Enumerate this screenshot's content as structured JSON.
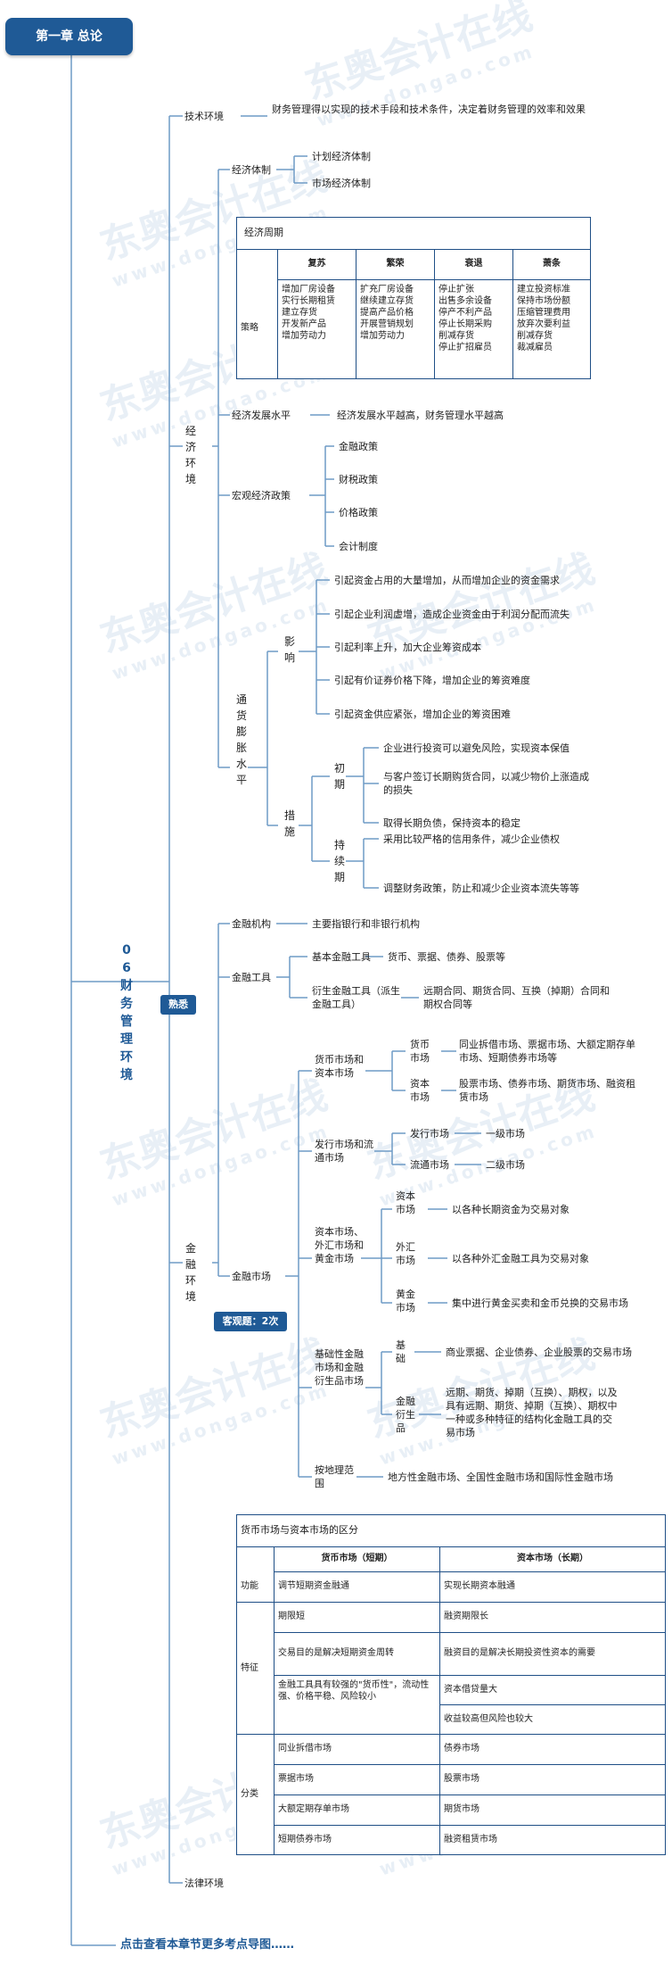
{
  "header": {
    "title": "第一章 总论"
  },
  "footer": {
    "link": "点击查看本章节更多考点导图……"
  },
  "watermark": {
    "cn": "东奥会计在线",
    "en": "www.dongao.com"
  },
  "root": {
    "label": "06 财务管理环境",
    "badge": "熟悉"
  },
  "tech": {
    "label": "技术环境",
    "desc": "财务管理得以实现的技术手段和技术条件，决定着财务管理的效率和效果"
  },
  "econ": {
    "label": "经济环境",
    "system": {
      "label": "经济体制",
      "items": [
        "计划经济体制",
        "市场经济体制"
      ]
    },
    "cycle": {
      "title": "经济周期",
      "row_label": "策略",
      "phases": [
        "复苏",
        "繁荣",
        "衰退",
        "萧条"
      ],
      "strategies": [
        "增加厂房设备\n实行长期租赁\n建立存货\n开发新产品\n增加劳动力",
        "扩充厂房设备\n继续建立存货\n提高产品价格\n开展营销规划\n增加劳动力",
        "停止扩张\n出售多余设备\n停产不利产品\n停止长期采购\n削减存货\n停止扩招雇员",
        "建立投资标准\n保持市场份额\n压缩管理费用\n放弃次要利益\n削减存货\n裁减雇员"
      ]
    },
    "development": {
      "label": "经济发展水平",
      "desc": "经济发展水平越高，财务管理水平越高"
    },
    "macro": {
      "label": "宏观经济政策",
      "items": [
        "金融政策",
        "财税政策",
        "价格政策",
        "会计制度"
      ]
    },
    "inflation": {
      "label": "通货膨胀水平",
      "impact_label": "影响",
      "impacts": [
        "引起资金占用的大量增加，从而增加企业的资金需求",
        "引起企业利润虚增，造成企业资金由于利润分配而流失",
        "引起利率上升，加大企业筹资成本",
        "引起有价证券价格下降，增加企业的筹资难度",
        "引起资金供应紧张，增加企业的筹资困难"
      ],
      "measure_label": "措施",
      "early_label": "初期",
      "early": [
        "企业进行投资可以避免风险，实现资本保值",
        "与客户签订长期购货合同，以减少物价上涨造成的损失",
        "取得长期负债，保持资本的稳定"
      ],
      "continuous_label": "持续期",
      "continuous": [
        "采用比较严格的信用条件，减少企业债权",
        "调整财务政策，防止和减少企业资本流失等等"
      ]
    }
  },
  "fin": {
    "label": "金融环境",
    "institutions": {
      "label": "金融机构",
      "desc": "主要指银行和非银行机构"
    },
    "tools": {
      "label": "金融工具",
      "basic_label": "基本金融工具",
      "basic_desc": "货币、票据、债券、股票等",
      "derivative_label": "衍生金融工具（派生金融工具）",
      "derivative_desc": "远期合同、期货合同、互换（掉期）合同和期权合同等"
    },
    "markets": {
      "label": "金融市场",
      "badge": "客观题：2次",
      "mm_cm": {
        "label": "货币市场和资本市场",
        "money_label": "货币市场",
        "money_desc": "同业拆借市场、票据市场、大额定期存单市场、短期债券市场等",
        "capital_label": "资本市场",
        "capital_desc": "股票市场、债券市场、期货市场、融资租赁市场"
      },
      "issue": {
        "label": "发行市场和流通市场",
        "primary_label": "发行市场",
        "primary_desc": "一级市场",
        "secondary_label": "流通市场",
        "secondary_desc": "二级市场"
      },
      "capital_fx_gold": {
        "label": "资本市场、外汇市场和黄金市场",
        "capital_label": "资本市场",
        "capital_desc": "以各种长期资金为交易对象",
        "fx_label": "外汇市场",
        "fx_desc": "以各种外汇金融工具为交易对象",
        "gold_label": "黄金市场",
        "gold_desc": "集中进行黄金买卖和金币兑换的交易市场"
      },
      "basic_deriv": {
        "label": "基础性金融市场和金融衍生品市场",
        "basic_label": "基础",
        "basic_desc": "商业票据、企业债券、企业股票的交易市场",
        "deriv_label": "金融衍生品",
        "deriv_desc": "远期、期货、掉期（互换）、期权，以及具有远期、期货、掉期（互换）、期权中一种或多种特征的结构化金融工具的交易市场"
      },
      "geo": {
        "label": "按地理范围",
        "desc": "地方性金融市场、全国性金融市场和国际性金融市场"
      }
    },
    "compare": {
      "title": "货币市场与资本市场的区分",
      "col_money": "货币市场（短期）",
      "col_capital": "资本市场（长期）",
      "func_label": "功能",
      "func": [
        "调节短期资金融通",
        "实现长期资本融通"
      ],
      "feature_label": "特征",
      "feature_money": [
        "期限短",
        "交易目的是解决短期资金周转",
        "金融工具具有较强的\"货币性\"，流动性强、价格平稳、风险较小"
      ],
      "feature_capital": [
        "融资期限长",
        "融资目的是解决长期投资性资本的需要",
        "资本借贷量大",
        "收益较高但风险也较大"
      ],
      "class_label": "分类",
      "class_money": [
        "同业拆借市场",
        "票据市场",
        "大额定期存单市场",
        "短期债券市场"
      ],
      "class_capital": [
        "债券市场",
        "股票市场",
        "期货市场",
        "融资租赁市场"
      ]
    }
  },
  "law": {
    "label": "法律环境"
  },
  "colors": {
    "primary": "#1f5a96",
    "line": "#6f9bc6",
    "badge": "#1f5a96"
  }
}
